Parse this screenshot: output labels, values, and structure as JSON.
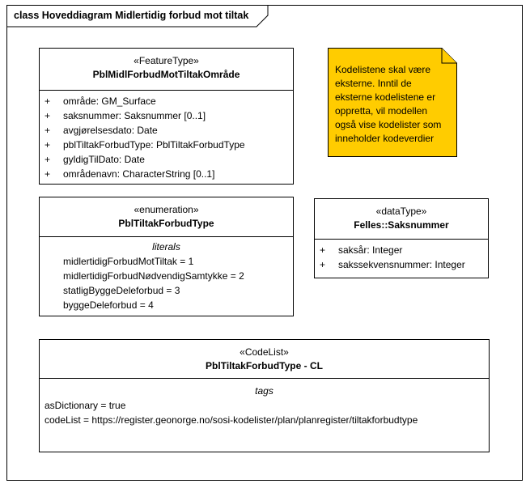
{
  "frame": {
    "keyword": "class",
    "title": "Hoveddiagram Midlertidig forbud mot tiltak"
  },
  "feature_class": {
    "stereotype": "«FeatureType»",
    "name": "PblMidlForbudMotTiltakOmråde",
    "attributes": [
      {
        "vis": "+",
        "text": "område: GM_Surface"
      },
      {
        "vis": "+",
        "text": "saksnummer: Saksnummer [0..1]"
      },
      {
        "vis": "+",
        "text": "avgjørelsesdato: Date"
      },
      {
        "vis": "+",
        "text": "pblTiltakForbudType: PblTiltakForbudType"
      },
      {
        "vis": "+",
        "text": "gyldigTilDato: Date"
      },
      {
        "vis": "+",
        "text": "områdenavn: CharacterString [0..1]"
      }
    ]
  },
  "enum_class": {
    "stereotype": "«enumeration»",
    "name": "PblTiltakForbudType",
    "section_title": "literals",
    "literals": [
      "midlertidigForbudMotTiltak = 1",
      "midlertidigForbudNødvendigSamtykke = 2",
      "statligByggeDeleforbud = 3",
      "byggeDeleforbud = 4"
    ]
  },
  "datatype_class": {
    "stereotype": "«dataType»",
    "name": "Felles::Saksnummer",
    "attributes": [
      {
        "vis": "+",
        "text": "saksår: Integer"
      },
      {
        "vis": "+",
        "text": "sakssekvensnummer: Integer"
      }
    ]
  },
  "codelist_class": {
    "stereotype": "«CodeList»",
    "name": "PblTiltakForbudType - CL",
    "section_title": "tags",
    "tags": [
      "asDictionary = true",
      "codeList = https://register.geonorge.no/sosi-kodelister/plan/planregister/tiltakforbudtype"
    ]
  },
  "note": {
    "lines": [
      "Kodelistene skal være",
      "eksterne. Inntil de",
      "eksterne kodelistene er",
      "oppretta, vil modellen",
      "også vise kodelister som",
      "inneholder kodeverdier"
    ],
    "fill_color": "#FFCC00"
  }
}
